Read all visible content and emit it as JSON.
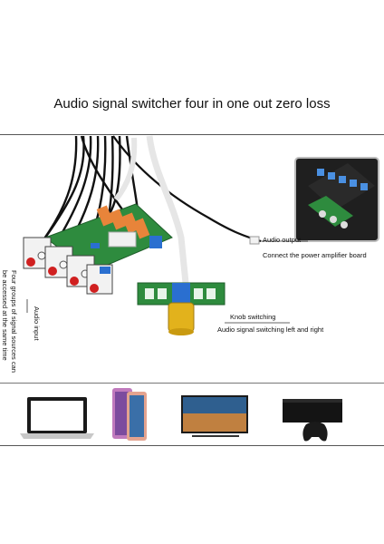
{
  "title": "Audio signal switcher four in one out zero loss",
  "annotations": {
    "audio_output": "Audio output",
    "connect_amp": "Connect the power amplifier board",
    "knob_switching": "Knob switching",
    "switching_lr": "Audio signal switching left and right",
    "audio_input": "Audio input",
    "four_groups_line1": "Four groups of signal sources can",
    "four_groups_line2": "be accessed at the same time"
  },
  "devices": [
    "laptop-icon",
    "smartphone-icon",
    "television-icon",
    "game-console-icon"
  ],
  "colors": {
    "board_green": "#2e8b3e",
    "relay_orange": "#e8843a",
    "knob_gold": "#e2b21c",
    "rca_red": "#d02020",
    "connector_blue": "#2a6fd0"
  }
}
